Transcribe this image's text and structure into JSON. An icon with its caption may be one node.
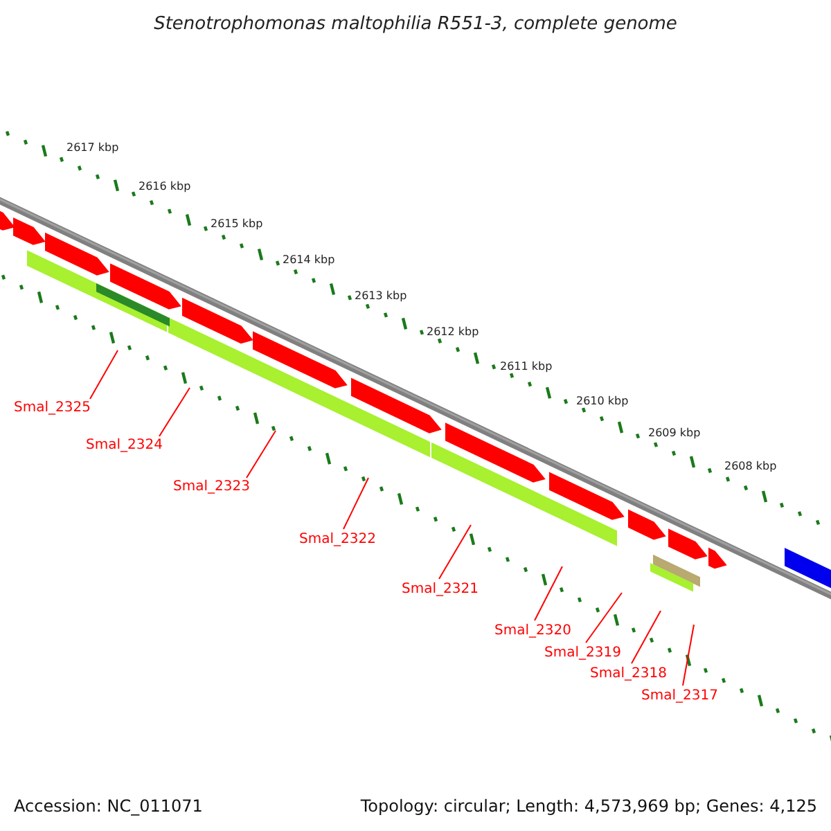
{
  "diagram": {
    "title": "Stenotrophomonas maltophilia R551-3, complete genome",
    "nodes": [
      {
        "text": [
          "Smal_2325"
        ]
      },
      {
        "text": [
          "Smal_2324"
        ]
      },
      {
        "text": [
          "Smal_2323"
        ]
      },
      {
        "text": [
          "Smal_2322"
        ]
      },
      {
        "text": [
          "Smal_2321"
        ]
      },
      {
        "text": [
          "Smal_2320"
        ]
      },
      {
        "text": [
          "Smal_2319"
        ]
      },
      {
        "text": [
          "Smal_2318"
        ]
      },
      {
        "text": [
          "Smal_2317"
        ]
      }
    ],
    "edges": [
      {
        "from": 0,
        "to": null,
        "arrow": "none"
      },
      {
        "from": 1,
        "to": null,
        "arrow": "none"
      },
      {
        "from": 2,
        "to": null,
        "arrow": "none"
      },
      {
        "from": 3,
        "to": null,
        "arrow": "none"
      },
      {
        "from": 4,
        "to": null,
        "arrow": "none"
      },
      {
        "from": 5,
        "to": null,
        "arrow": "none"
      },
      {
        "from": 6,
        "to": null,
        "arrow": "none"
      },
      {
        "from": 7,
        "to": null,
        "arrow": "none"
      },
      {
        "from": 8,
        "to": null,
        "arrow": "none"
      }
    ],
    "labels": [
      "2617 kbp",
      "2616 kbp",
      "2615 kbp",
      "2614 kbp",
      "2613 kbp",
      "2612 kbp",
      "2611 kbp",
      "2610 kbp",
      "2609 kbp",
      "2608 kbp",
      "Accession: NC_011071",
      "Topology: circular; Length: 4,573,969 bp; Genes: 4,125"
    ]
  }
}
